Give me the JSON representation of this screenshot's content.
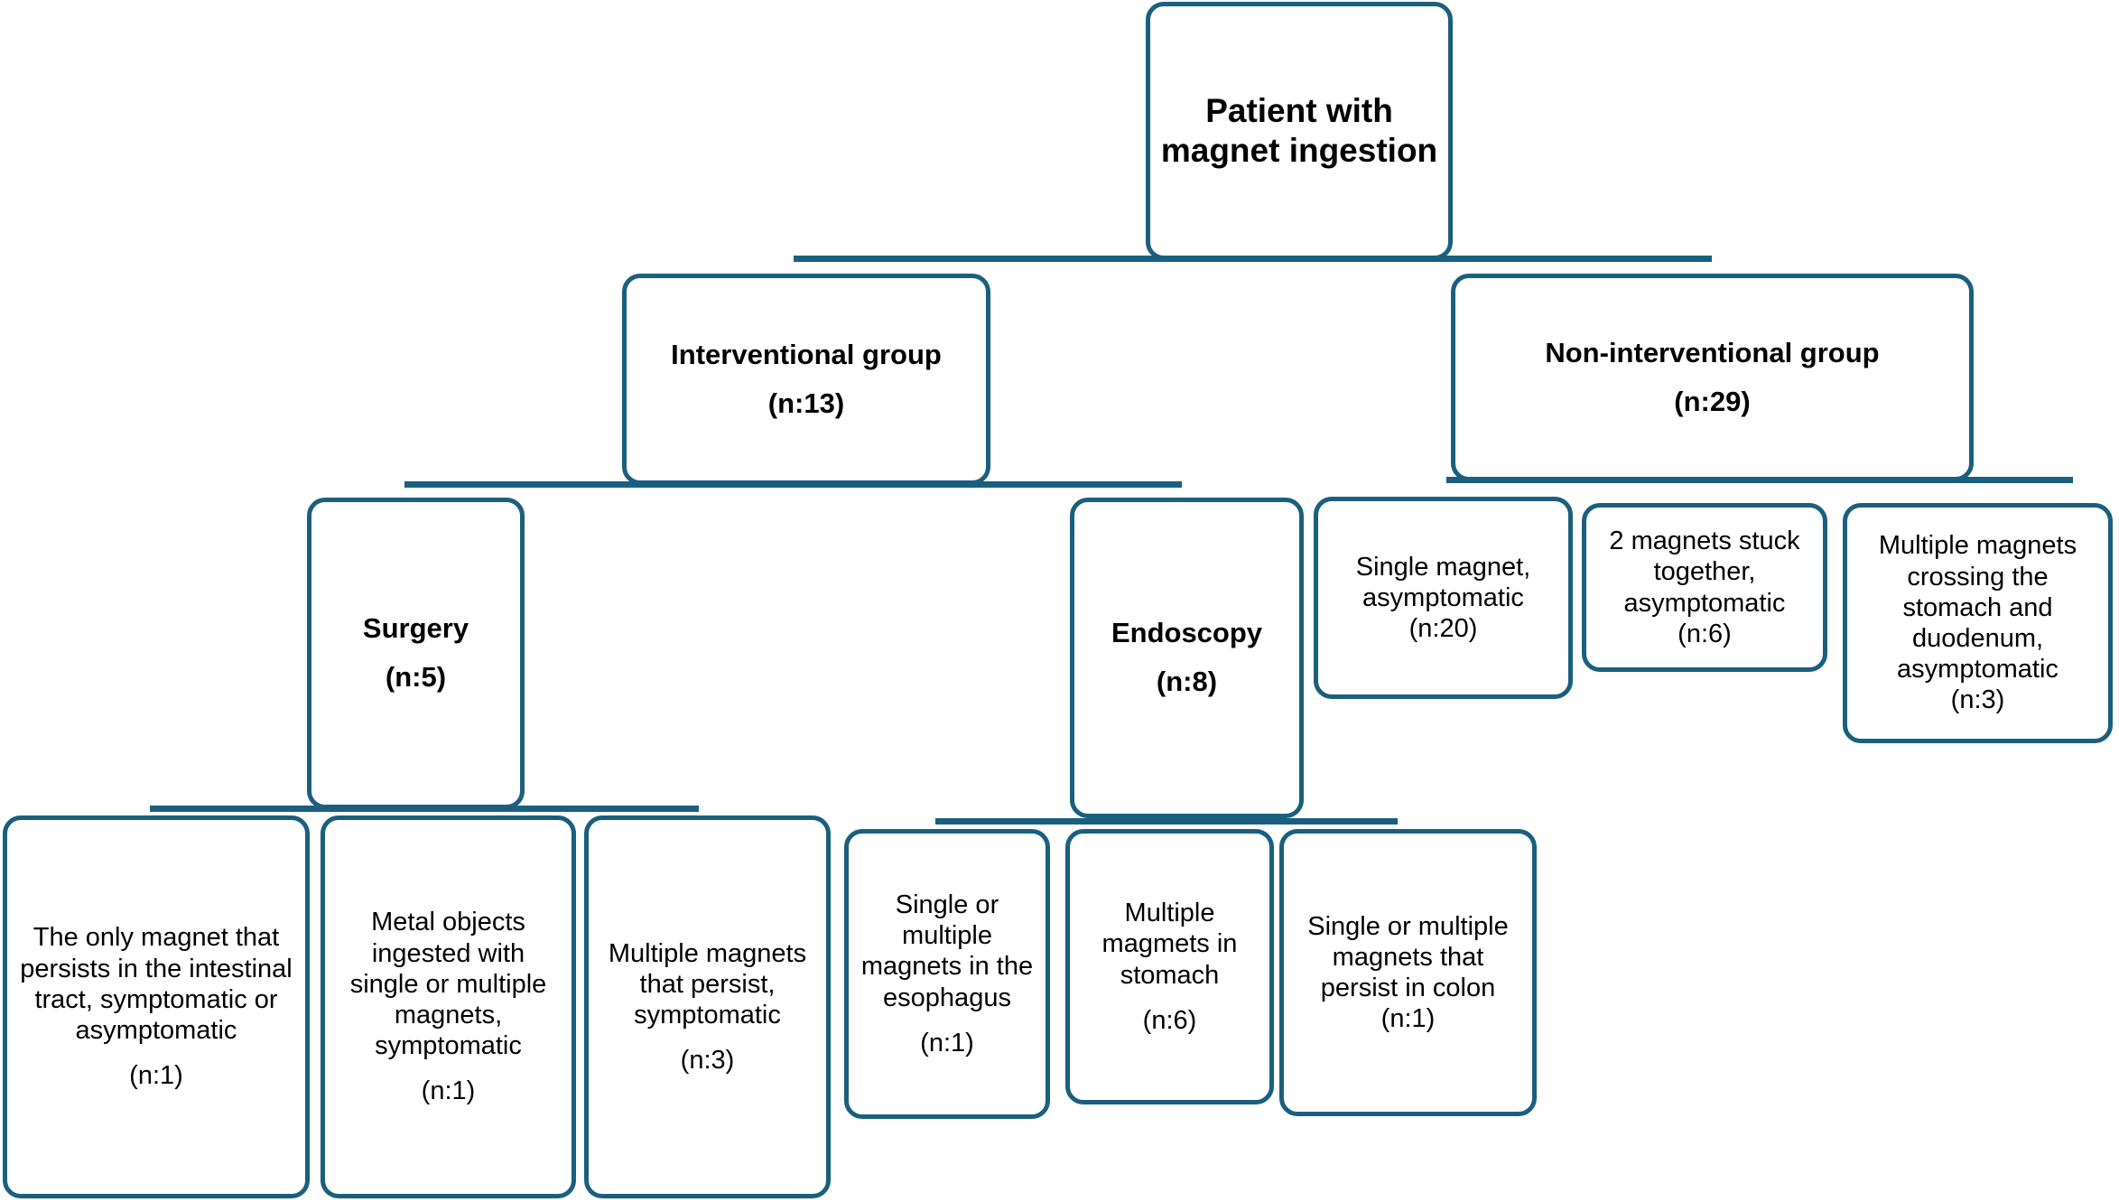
{
  "diagram": {
    "title": "Patient with magnet ingestion flowchart",
    "accent_color": "#1A5F7F",
    "background_color": "#FFFFFF",
    "text_color": "#000000"
  },
  "nodes": {
    "root": {
      "label": "Patient with magnet ingestion",
      "count": ""
    },
    "interventional": {
      "label": "Interventional group",
      "count": "(n:13)"
    },
    "non_interventional": {
      "label": "Non-interventional group",
      "count": "(n:29)"
    },
    "surgery": {
      "label": "Surgery",
      "count": "(n:5)"
    },
    "endoscopy": {
      "label": "Endoscopy",
      "count": "(n:8)"
    },
    "ni_single": {
      "label": "Single magnet, asymptomatic",
      "count": "(n:20)"
    },
    "ni_two_stuck": {
      "label": "2 magnets stuck together, asymptomatic",
      "count": "(n:6)"
    },
    "ni_multiple_crossing": {
      "label": "Multiple magnets crossing the stomach and duodenum, asymptomatic",
      "count": "(n:3)"
    },
    "surg_only_magnet": {
      "label": "The only magnet that persists in the intestinal tract, symptomatic or asymptomatic",
      "count": "(n:1)"
    },
    "surg_metal_objects": {
      "label": "Metal objects ingested with single or multiple magnets, symptomatic",
      "count": "(n:1)"
    },
    "surg_multiple_persist": {
      "label": "Multiple magnets that persist, symptomatic",
      "count": "(n:3)"
    },
    "endo_esophagus": {
      "label": "Single or multiple magnets in the esophagus",
      "count": "(n:1)"
    },
    "endo_stomach": {
      "label": "Multiple magmets in stomach",
      "count": "(n:6)"
    },
    "endo_colon": {
      "label": "Single or multiple magnets that persist in colon",
      "count": "(n:1)"
    }
  }
}
